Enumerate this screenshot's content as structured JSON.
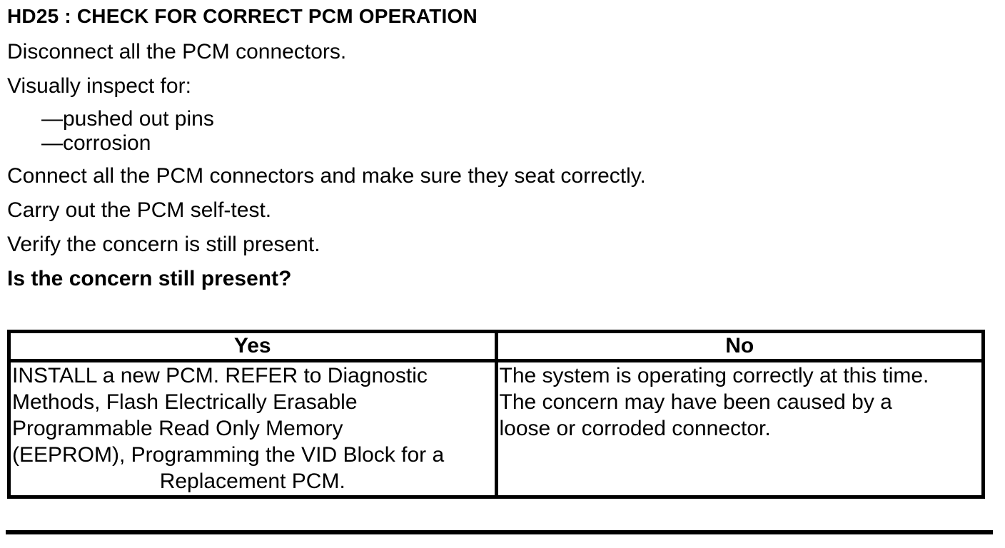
{
  "page": {
    "background_color": "#ffffff",
    "text_color": "#000000",
    "border_color": "#000000"
  },
  "title": "HD25 : CHECK FOR CORRECT PCM OPERATION",
  "steps": {
    "disconnect": "Disconnect all the PCM connectors.",
    "inspect": "Visually inspect for:",
    "inspect_items": [
      "—pushed out pins",
      "—corrosion"
    ],
    "connect": "Connect all the PCM connectors and make sure they seat correctly.",
    "self_test": "Carry out the PCM self-test.",
    "verify": "Verify the concern is still present.",
    "question": "Is the concern still present?"
  },
  "decision_table": {
    "headers": {
      "yes": "Yes",
      "no": "No"
    },
    "yes_cell": {
      "lines": [
        "INSTALL a new PCM. REFER to Diagnostic",
        "Methods, Flash Electrically Erasable",
        "Programmable Read Only Memory",
        "(EEPROM), Programming the VID Block for a",
        "Replacement PCM."
      ]
    },
    "no_cell": {
      "lines": [
        "The system is operating correctly at this time.",
        "The concern may have been caused by a",
        "loose or corroded connector."
      ]
    }
  }
}
